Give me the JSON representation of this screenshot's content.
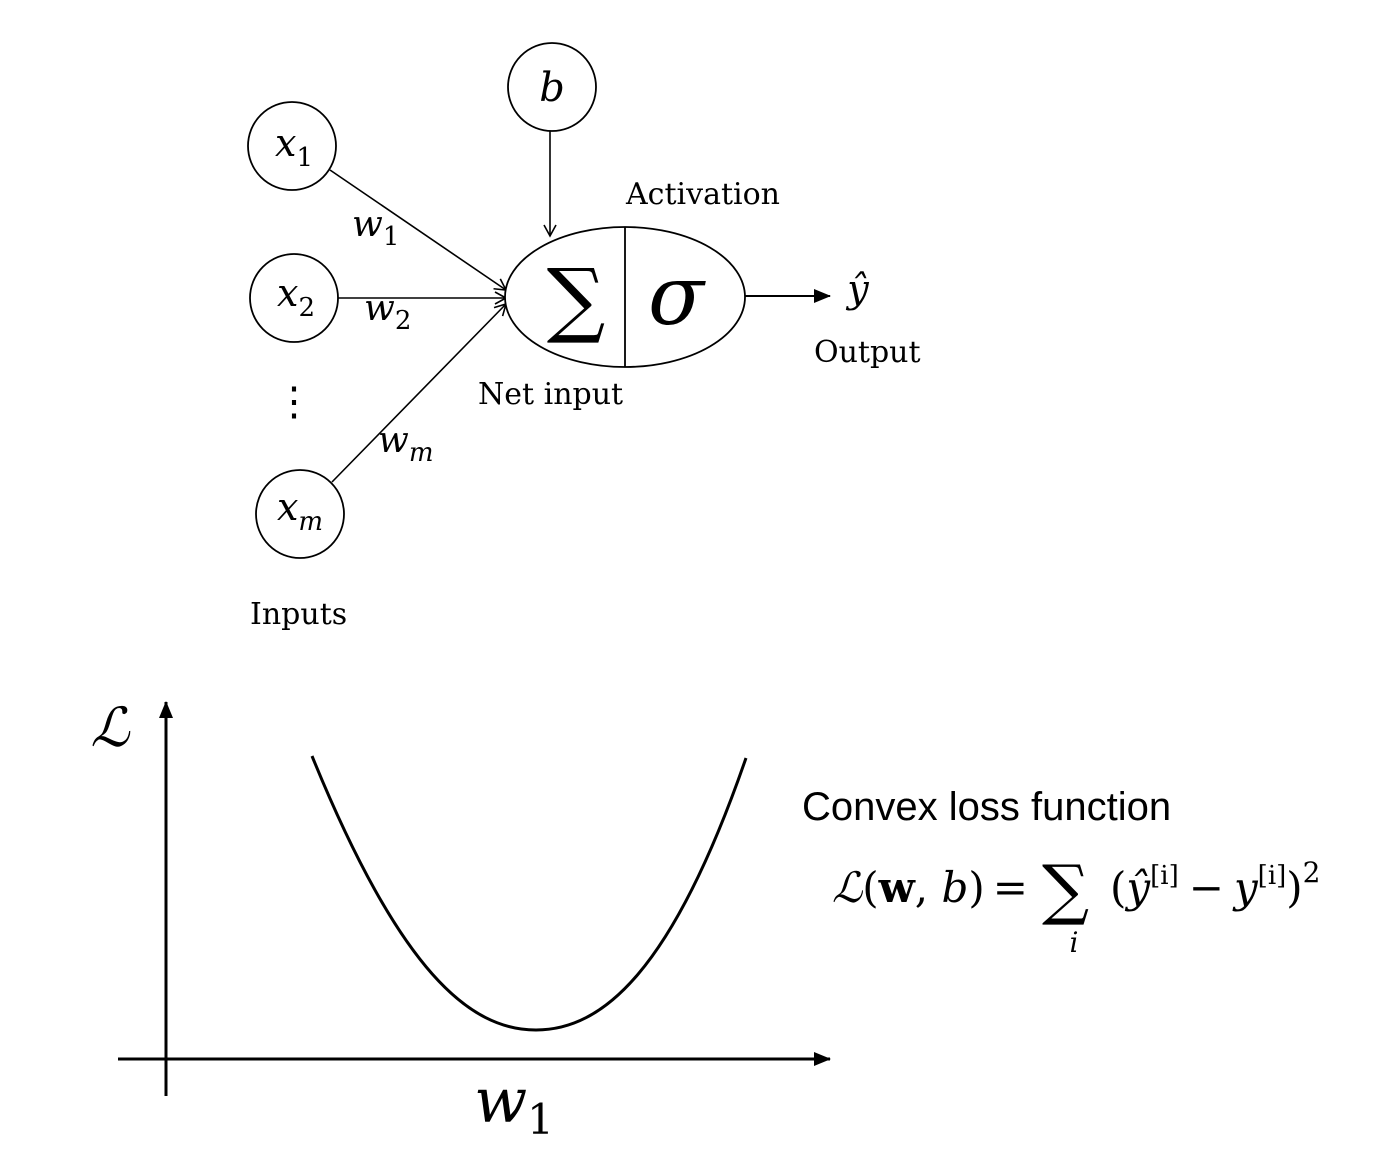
{
  "perceptron": {
    "inputs": [
      {
        "symbol": "x",
        "subscript": "1"
      },
      {
        "symbol": "x",
        "subscript": "2"
      },
      {
        "symbol": "x",
        "subscript": "m"
      }
    ],
    "weights": [
      {
        "symbol": "w",
        "subscript": "1"
      },
      {
        "symbol": "w",
        "subscript": "2"
      },
      {
        "symbol": "w",
        "subscript": "m"
      }
    ],
    "ellipsis": "⋮",
    "bias": "b",
    "sum_symbol": "∑",
    "activation_symbol": "σ",
    "output_symbol": "ŷ",
    "labels": {
      "activation": "Activation",
      "net_input": "Net input",
      "output": "Output",
      "inputs": "Inputs"
    }
  },
  "loss_plot": {
    "y_axis_symbol": "ℒ",
    "x_axis_symbol": "w",
    "x_axis_subscript": "1",
    "title": "Convex loss function",
    "formula": {
      "lhs_symbol": "ℒ",
      "lhs_open": "(",
      "lhs_w": "w",
      "lhs_comma": ", ",
      "lhs_b": "b",
      "lhs_close": ")",
      "equals": "=",
      "sum": "∑",
      "sum_index": "i",
      "open": "(",
      "yhat": "ŷ",
      "sup_i_1": "[i]",
      "minus": "−",
      "y": "y",
      "sup_i_2": "[i]",
      "close": ")",
      "power": "2"
    }
  }
}
